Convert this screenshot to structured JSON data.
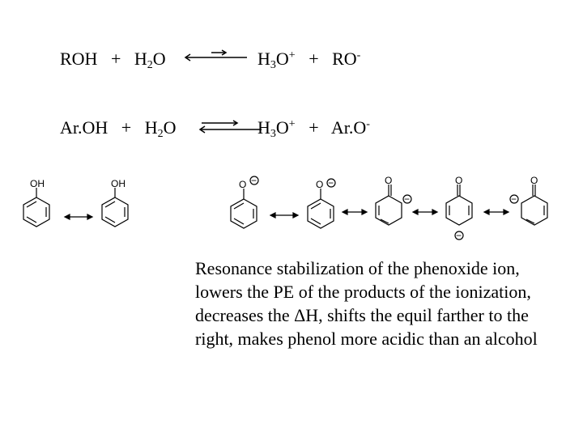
{
  "equation1": {
    "reactant": "ROH",
    "plus1": "+",
    "water_base": "H",
    "water_sub": "2",
    "water_tail": "O",
    "hydronium_base": "H",
    "hydronium_sub": "3",
    "hydronium_mid": "O",
    "hydronium_charge": "+",
    "plus2": "+",
    "conj_base": "RO",
    "conj_charge": "-"
  },
  "equation2": {
    "reactant": "Ar.OH",
    "plus1": "+",
    "water_base": "H",
    "water_sub": "2",
    "water_tail": "O",
    "hydronium_base": "H",
    "hydronium_sub": "3",
    "hydronium_mid": "O",
    "hydronium_charge": "+",
    "plus2": "+",
    "conj_base": "Ar.O",
    "conj_charge": "-"
  },
  "structures": {
    "phenol_label": "OH",
    "phenoxide_o_label": "O",
    "carbonyl_o_label": "O",
    "negative_charge": "−"
  },
  "caption": "Resonance stabilization of the phenoxide ion, lowers the PE of the products of the ionization, decreases the ΔH, shifts the equil farther to the right, makes phenol more acidic than an alcohol"
}
